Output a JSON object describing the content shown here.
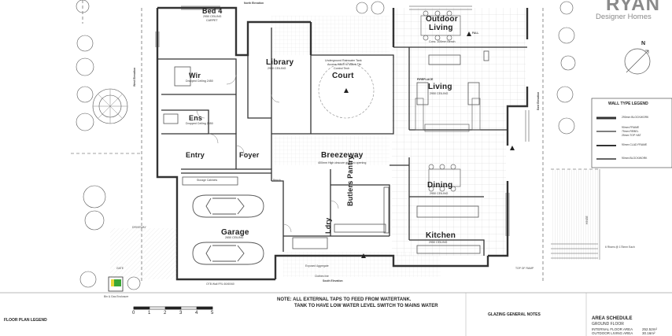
{
  "brand": {
    "name": "RYAN",
    "tagline": "Designer Homes"
  },
  "north_label": "N",
  "rooms": {
    "bed4": {
      "name": "Bed 4",
      "ceiling": "2950 CEILING",
      "floor": "CARPET"
    },
    "wir": {
      "name": "Wir",
      "ceiling": "Dropped Ceiling 2450"
    },
    "ens": {
      "name": "Ens",
      "ceiling": "Dropped Ceiling 2450"
    },
    "library": {
      "name": "Library",
      "ceiling": "2950 CEILING"
    },
    "court": {
      "name": "Court",
      "note1": "Underground Rainwater Tank",
      "note2": "Access Hatch to Match Tile",
      "note3": "Control Tech"
    },
    "outdoor_living": {
      "name": "Outdoor",
      "name2": "Living",
      "ceiling": "Conc. 100mm Bench"
    },
    "living": {
      "name": "Living",
      "ceiling": "2950 CEILING",
      "fireplace": "FIREPLACE"
    },
    "entry": {
      "name": "Entry"
    },
    "foyer": {
      "name": "Foyer"
    },
    "breezeway": {
      "name": "Breezeway",
      "note": "400mm High obscure glass to opening"
    },
    "dining": {
      "name": "Dining",
      "ceiling": "2950 CEILING"
    },
    "garage": {
      "name": "Garage",
      "ceiling": "2650 CEILING"
    },
    "butlers_pantry": {
      "name": "Butlers Pantry"
    },
    "ldry": {
      "name": "Ldry"
    },
    "kitchen": {
      "name": "Kitchen",
      "ceiling": "2950 CEILING"
    }
  },
  "elevations": {
    "north": "North Elevation",
    "south": "South Elevation",
    "west": "West Elevation",
    "east": "East Elevation"
  },
  "labels": {
    "storage_cabinets": "Storage Cabinets",
    "bench": "Bench",
    "fall": "FALL",
    "clothes_line": "Clothes line",
    "exposed_aggregate": "Exposed Aggregate",
    "bin_bbq": "Bin & Gas Enclosure",
    "driveway": "DRIVEWAY",
    "gate": "GATE",
    "stair_note": "6 Risers @ 175mm Each",
    "hinge": "HINGE",
    "wall_length": "OTB Wall FRL 60/60/60",
    "top_of_ramp": "TOP OF RAMP"
  },
  "scale_bar": {
    "ticks": [
      "0",
      "1",
      "2",
      "3",
      "4",
      "5"
    ]
  },
  "note": {
    "line1": "NOTE:  ALL EXTERNAL TAPS TO FEED FROM WATERTANK.",
    "line2": "TANK TO HAVE LOW WATER LEVEL SWITCH TO MAINS WATER"
  },
  "wall_legend": {
    "title": "WALL TYPE LEGEND",
    "items": [
      "290mm BLOCKWORK",
      "90mm FRAME",
      "75mm REBEL",
      "25mm TOP HAT",
      "90mm CLAD FRAME",
      "90mm BLOCKWORK"
    ]
  },
  "floor_legend": {
    "title": "FLOOR PLAN LEGEND"
  },
  "glazing_notes": {
    "title": "GLAZING GENERAL NOTES"
  },
  "area_schedule": {
    "title": "AREA SCHEDULE",
    "subtitle": "GROUND FLOOR",
    "row1_label": "INTERNAL FLOOR AREA",
    "row1_value": "252.52m²",
    "row2_label": "OUTDOOR LIVING AREA",
    "row2_value": "30.16m²"
  },
  "colors": {
    "line": "#333333",
    "hatch": "#9a9a9a",
    "brand": "#8a8a8a",
    "gas_green": "#3aa635",
    "gas_yellow": "#e7d63a"
  }
}
